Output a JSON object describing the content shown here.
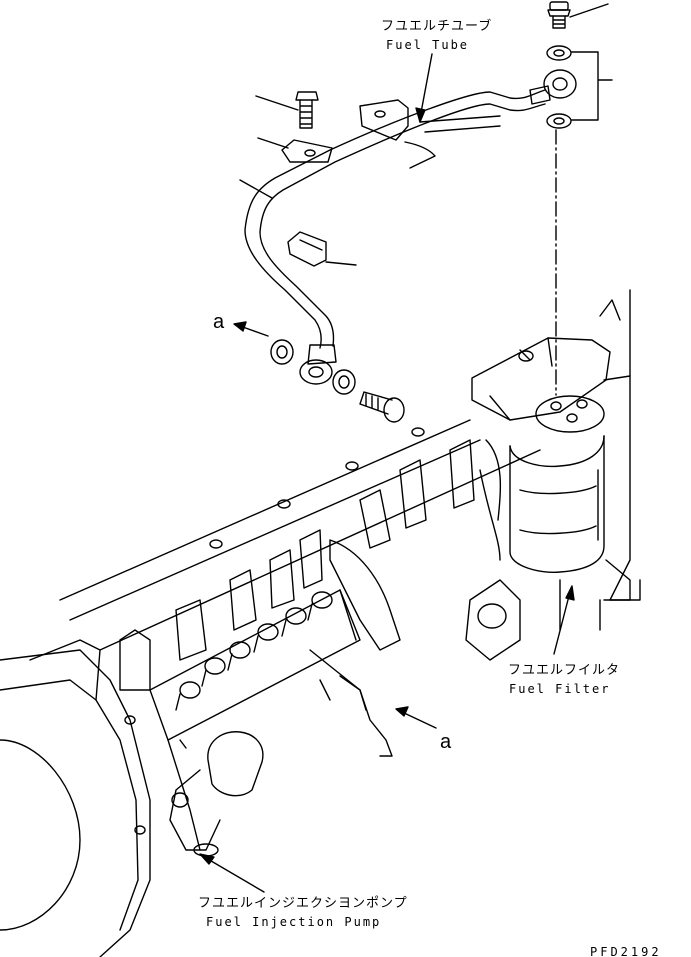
{
  "labels": {
    "fuel_tube_jp": "フユエルチユーブ",
    "fuel_tube_en": "Fuel Tube",
    "fuel_filter_jp": "フユエルフイルタ",
    "fuel_filter_en": "Fuel Filter",
    "fuel_injection_pump_jp": "フユエルインジエクシヨンポンプ",
    "fuel_injection_pump_en": "Fuel Injection Pump",
    "ref_a_top": "a",
    "ref_a_bottom": "a",
    "drawing_code": "PFD2192"
  },
  "colors": {
    "line": "#000000",
    "background": "#ffffff"
  }
}
